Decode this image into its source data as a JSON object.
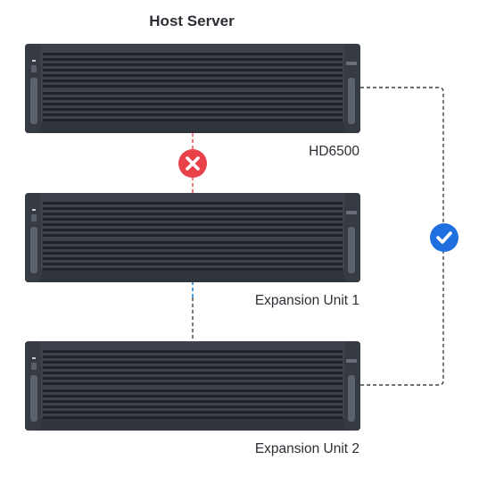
{
  "diagram": {
    "host_title": "Host Server",
    "units": [
      {
        "label": "HD6500",
        "role": "host"
      },
      {
        "label": "Expansion Unit 1",
        "role": "expansion"
      },
      {
        "label": "Expansion Unit 2",
        "role": "expansion"
      }
    ],
    "connections": [
      {
        "from": "HD6500",
        "to": "Expansion Unit 1",
        "status": "error",
        "icon": "x-circle-icon",
        "color": "#e8414a"
      },
      {
        "from": "Expansion Unit 1",
        "to": "Expansion Unit 2",
        "status": "neutral",
        "color": "#3a3f47",
        "accent": "#1e88e5"
      },
      {
        "from": "HD6500",
        "to": "Expansion Unit 2",
        "status": "ok",
        "icon": "check-circle-icon",
        "color": "#1f6fe0"
      }
    ],
    "colors": {
      "chassis": "#3c414b",
      "chassis_dark": "#2f343d",
      "slat": "#1f232a",
      "text": "#2b2f36"
    }
  }
}
